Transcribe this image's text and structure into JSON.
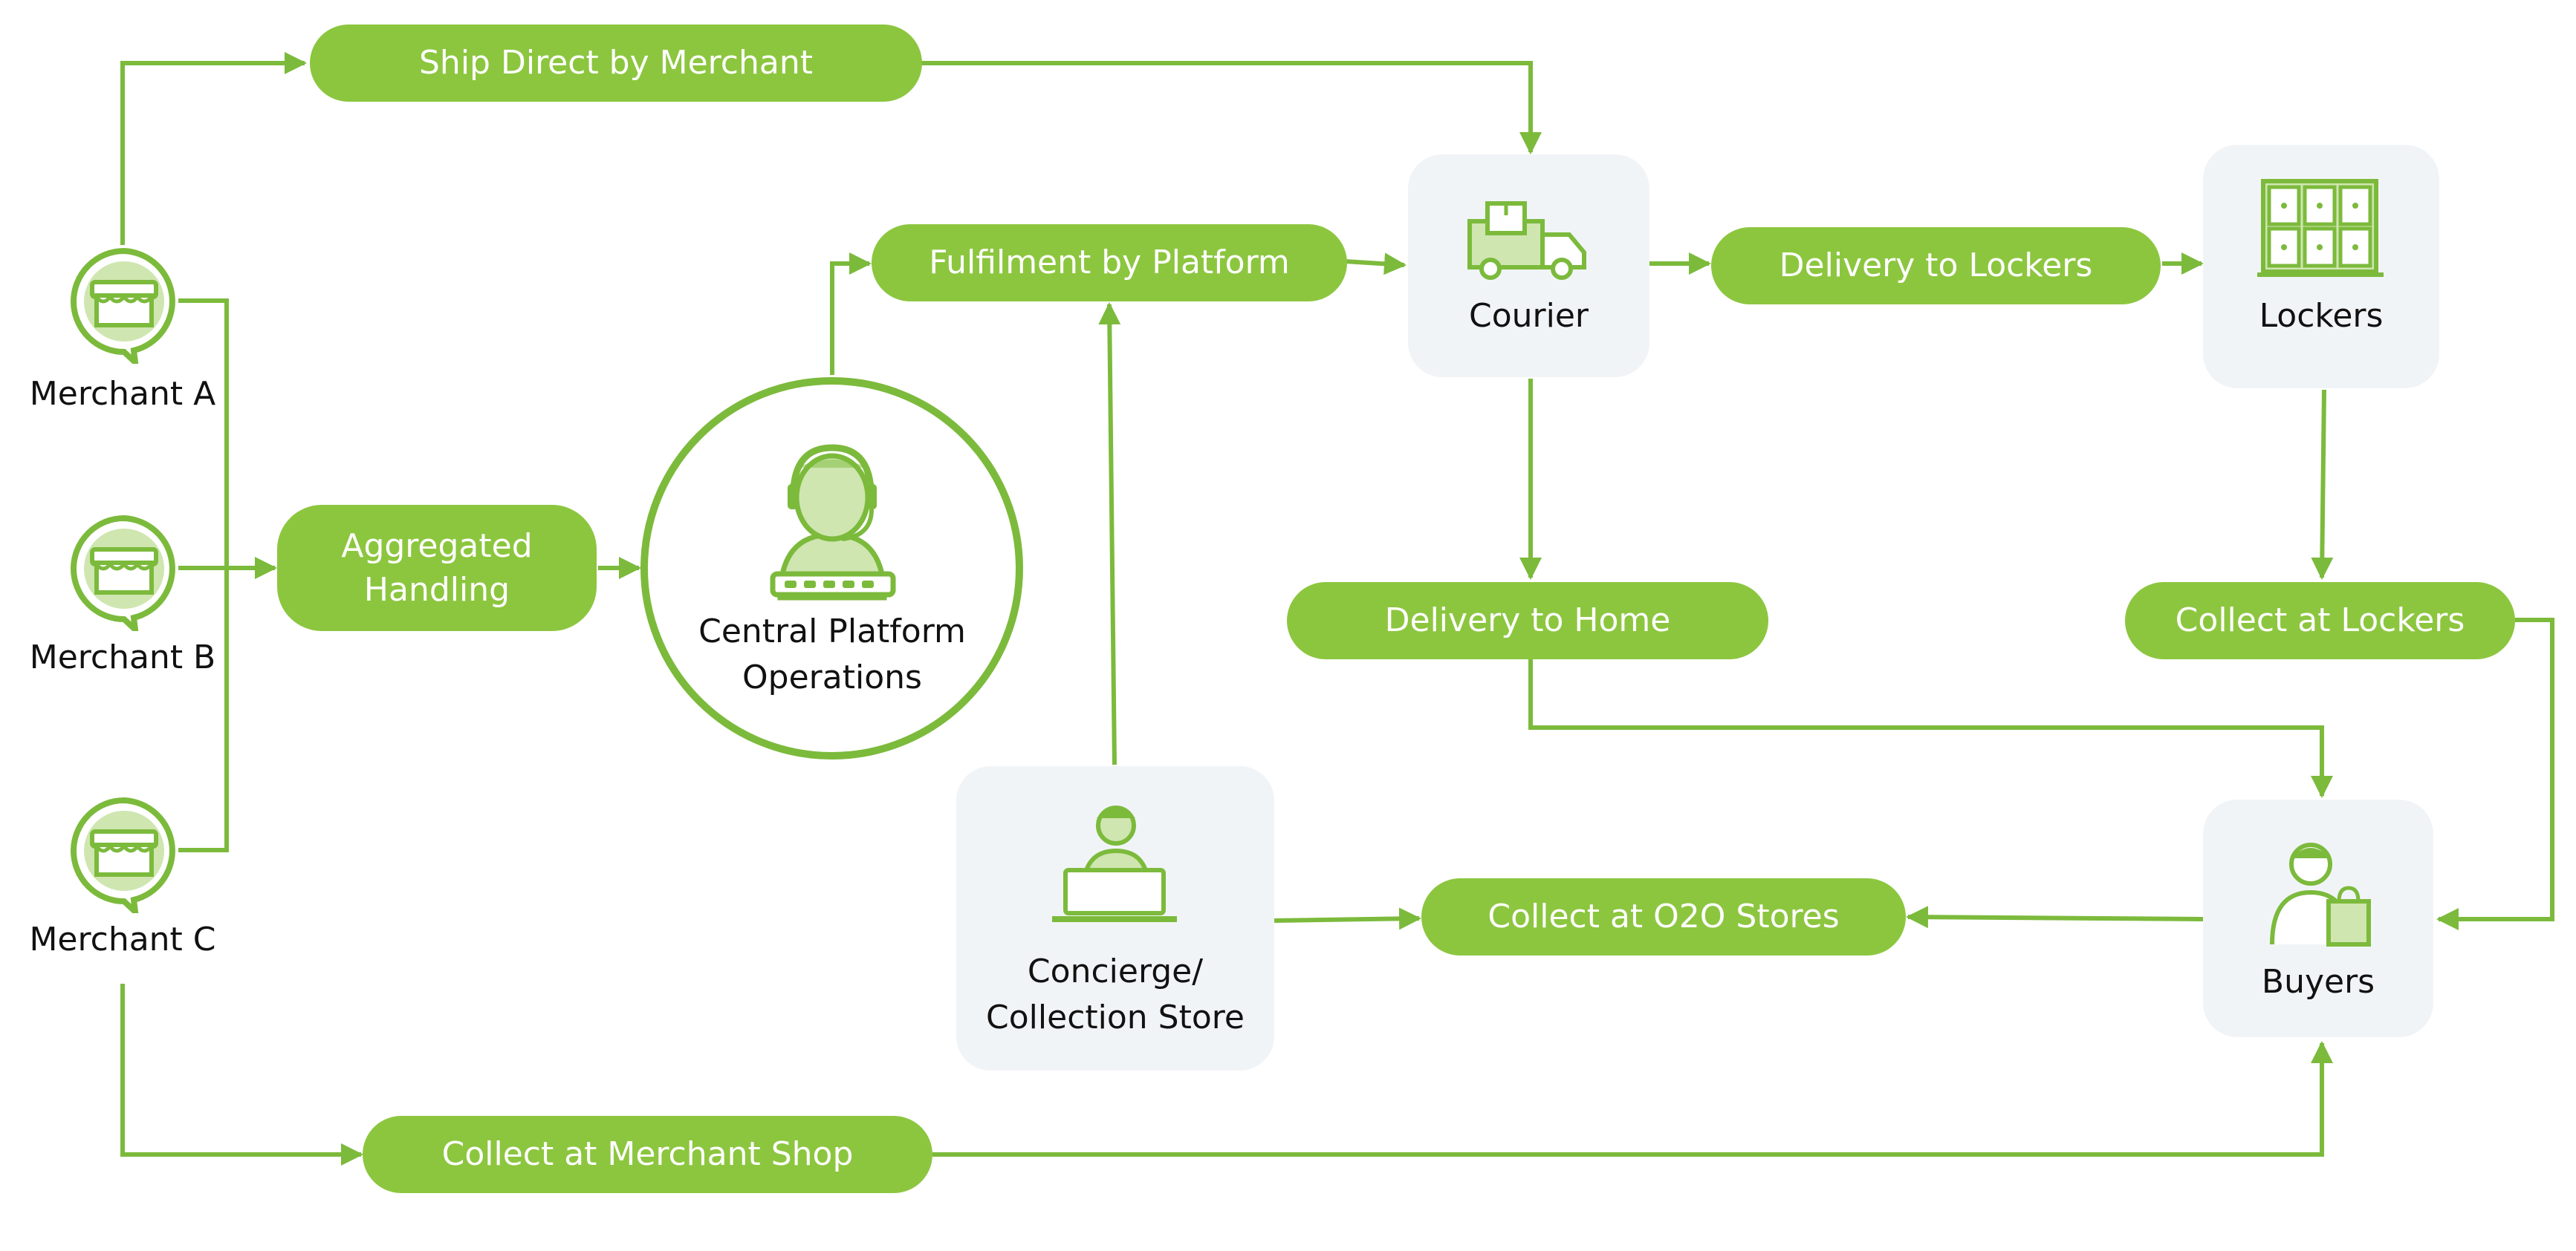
{
  "colors": {
    "accent": "#8cc63f",
    "line": "#7cba3c",
    "node_bg": "#f1f4f7",
    "text": "#111111"
  },
  "merchants": {
    "a": {
      "label": "Merchant A",
      "icon": "storefront-icon"
    },
    "b": {
      "label": "Merchant B",
      "icon": "storefront-icon"
    },
    "c": {
      "label": "Merchant C",
      "icon": "storefront-icon"
    }
  },
  "routes": {
    "ship_direct": "Ship Direct by Merchant",
    "fulfilment": "Fulfilment by Platform",
    "aggregated_line1": "Aggregated",
    "aggregated_line2": "Handling",
    "delivery_lockers": "Delivery to Lockers",
    "delivery_home": "Delivery to Home",
    "collect_lockers": "Collect at Lockers",
    "collect_o2o": "Collect at O2O Stores",
    "collect_merchant": "Collect at Merchant Shop"
  },
  "nodes": {
    "central_line1": "Central Platform",
    "central_line2": "Operations",
    "courier": "Courier",
    "lockers": "Lockers",
    "concierge_line1": "Concierge/",
    "concierge_line2": "Collection Store",
    "buyers": "Buyers"
  }
}
